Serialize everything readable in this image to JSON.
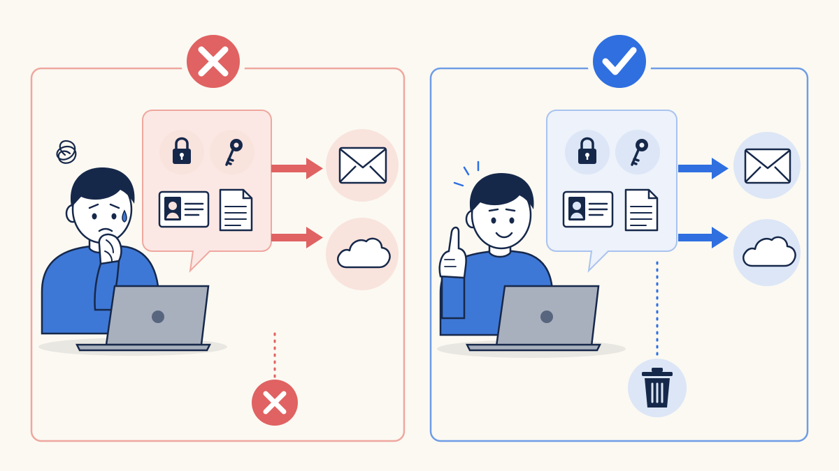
{
  "palette": {
    "background": "#FBF9F2",
    "bad": "#E06262",
    "bad_light": "#F9E3DD",
    "bad_bubble": "#FBE8E4",
    "bad_border": "#EFA79F",
    "good": "#2F6FE0",
    "good_light": "#DCE6F6",
    "good_bubble": "#EDF2FB",
    "good_border": "#A9C3EE",
    "ink": "#16284A",
    "shirt": "#3E78D6",
    "laptop": "#A9B0BD",
    "skin": "#FFFFFF"
  },
  "panels": [
    {
      "id": "bad",
      "verdict": "wrong",
      "verdict_icon": "x-mark-icon",
      "mood": "worried",
      "data_items": [
        "lock-icon",
        "key-icon",
        "id-card-icon",
        "document-icon"
      ],
      "destinations": [
        "email-icon",
        "cloud-icon"
      ],
      "disposal": "x-mark-icon"
    },
    {
      "id": "good",
      "verdict": "correct",
      "verdict_icon": "check-mark-icon",
      "mood": "happy",
      "data_items": [
        "lock-icon",
        "key-icon",
        "id-card-icon",
        "document-icon"
      ],
      "destinations": [
        "email-icon",
        "cloud-icon"
      ],
      "disposal": "trash-can-icon"
    }
  ]
}
